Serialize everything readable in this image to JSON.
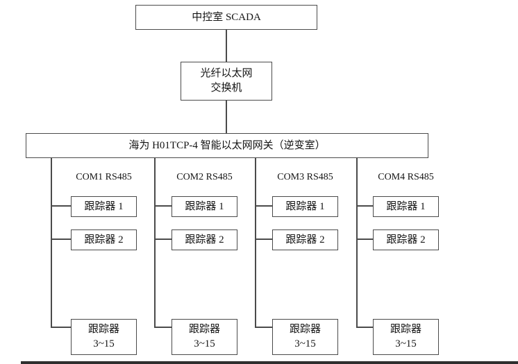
{
  "nodes": {
    "scada": {
      "label": "中控室 SCADA"
    },
    "switch": {
      "line1": "光纤以太网",
      "line2": "交换机"
    },
    "gateway": {
      "label": "海为 H01TCP-4 智能以太网网关（逆变室）"
    }
  },
  "columns": [
    {
      "bus": "COM1 RS485",
      "tracker1": "跟踪器 1",
      "tracker2": "跟踪器 2",
      "group_line1": "跟踪器",
      "group_line2": "3~15"
    },
    {
      "bus": "COM2 RS485",
      "tracker1": "跟踪器 1",
      "tracker2": "跟踪器 2",
      "group_line1": "跟踪器",
      "group_line2": "3~15"
    },
    {
      "bus": "COM3 RS485",
      "tracker1": "跟踪器 1",
      "tracker2": "跟踪器 2",
      "group_line1": "跟踪器",
      "group_line2": "3~15"
    },
    {
      "bus": "COM4 RS485",
      "tracker1": "跟踪器 1",
      "tracker2": "跟踪器 2",
      "group_line1": "跟踪器",
      "group_line2": "3~15"
    }
  ],
  "colors": {
    "line": "#4a4a4a",
    "text": "#141414",
    "background": "#ffffff",
    "bottom_bar": "#2e2e2e"
  }
}
